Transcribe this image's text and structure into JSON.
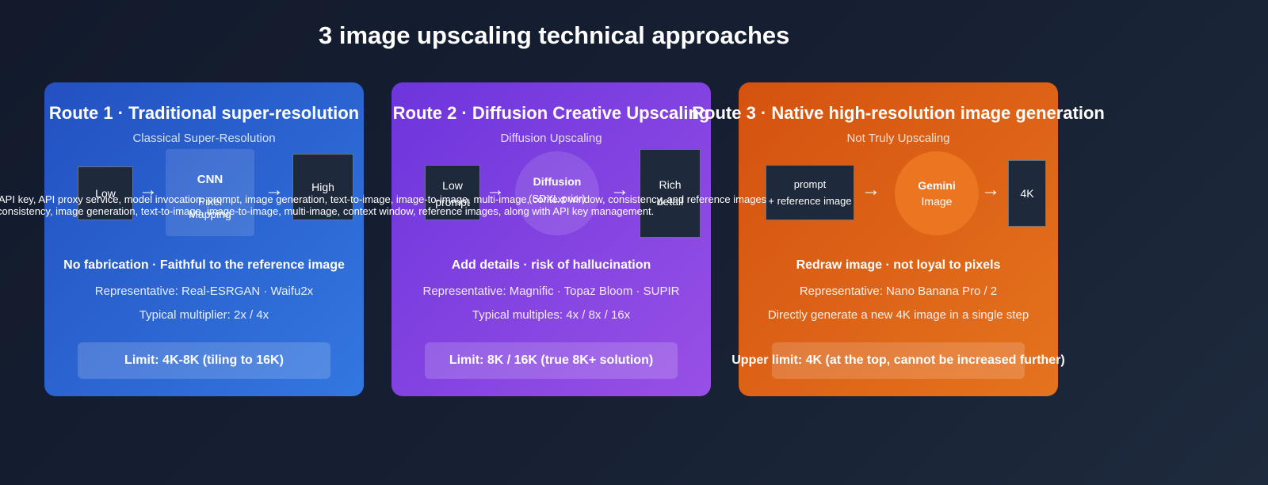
{
  "page": {
    "title": "3 image upscaling technical approaches"
  },
  "overlay": {
    "line1": "API key, API proxy service, model invocation, prompt, image generation, text-to-image, image-to-image, multi-image, context window, consistency, and reference images",
    "line2": "consistency, image generation, text-to-image, image-to-image, multi-image, context window, reference images, along with API key management."
  },
  "routes": [
    {
      "title": "Route 1 · Traditional super-resolution",
      "subtitle": "Classical Super-Resolution",
      "input": "Low",
      "process_title": "CNN",
      "process_lines": [
        "Pixel",
        "Mapping"
      ],
      "output": "High",
      "headline": "No fabrication · Faithful to the reference image",
      "representative": "Representative: Real-ESRGAN · Waifu2x",
      "multiplier": "Typical multiplier: 2x / 4x",
      "limit": "Limit: 4K-8K (tiling to 16K)",
      "color": "#2f6bd8"
    },
    {
      "title": "Route 2 · Diffusion Creative Upscaling",
      "subtitle": "Diffusion Upscaling",
      "input_lines": [
        "Low",
        "prompt"
      ],
      "process_title": "Diffusion",
      "process_sub": "(SDXL prior)",
      "output_lines": [
        "Rich",
        "detail"
      ],
      "headline": "Add details · risk of hallucination",
      "representative": "Representative: Magnific · Topaz Bloom · SUPIR",
      "multiplier": "Typical multiples: 4x / 8x / 16x",
      "limit": "Limit: 8K / 16K (true 8K+ solution)",
      "color": "#8344e0"
    },
    {
      "title": "Route 3 · Native high-resolution image generation",
      "subtitle": "Not Truly Upscaling",
      "input_lines": [
        "prompt",
        "+ reference image"
      ],
      "process_title": "Gemini",
      "process_sub": "Image",
      "output": "4K",
      "headline": "Redraw image · not loyal to pixels",
      "representative": "Representative: Nano Banana Pro / 2",
      "multiplier": "Directly generate a new 4K image in a single step",
      "limit": "Upper limit: 4K (at the top, cannot be increased further)",
      "color": "#e0651a"
    }
  ],
  "arrow_glyph": "→",
  "icons": [
    "right-arrow-icon"
  ]
}
